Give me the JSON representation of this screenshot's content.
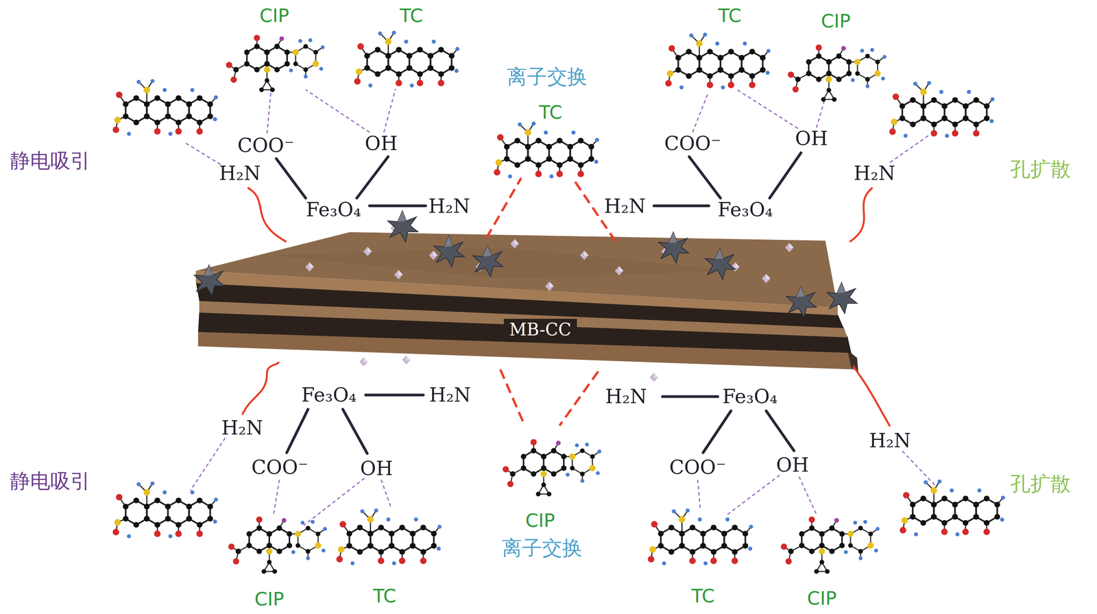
{
  "diagram": {
    "nodes": [
      {
        "text": [
          "MB-CC"
        ]
      }
    ],
    "labels": [
      "CIP",
      "TC",
      "TC",
      "CIP",
      "离子交换",
      "TC",
      "静电吸引",
      "COO⁻",
      "OH",
      "COO⁻",
      "OH",
      "孔扩散",
      "H₂N",
      "H₂N",
      "Fe₃O₄",
      "H₂N",
      "H₂N",
      "Fe₃O₄",
      "Fe₃O₄",
      "H₂N",
      "H₂N",
      "Fe₃O₄",
      "H₂N",
      "H₂N",
      "COO⁻",
      "OH",
      "COO⁻",
      "OH",
      "静电吸引",
      "孔扩散",
      "CIP",
      "离子交换",
      "TC",
      "CIP",
      "TC",
      "CIP"
    ]
  }
}
